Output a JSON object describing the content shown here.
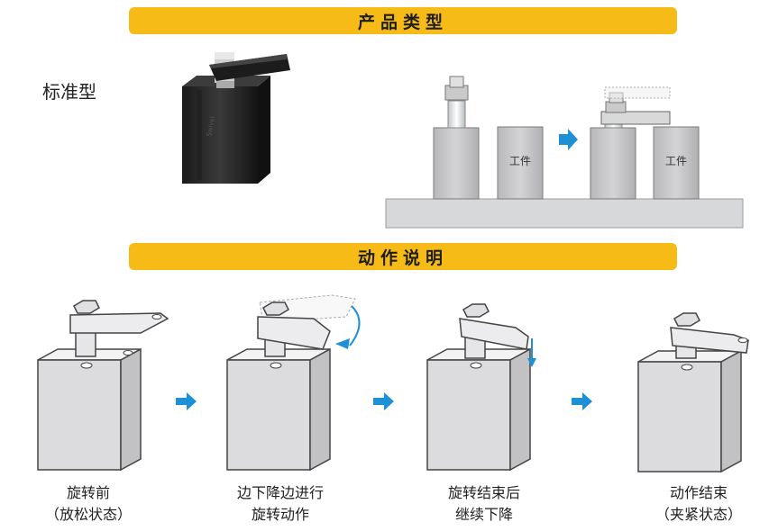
{
  "section1": {
    "title": "产品类型"
  },
  "product": {
    "type_label": "标准型"
  },
  "diagram_top": {
    "workpiece_label_before": "工件",
    "workpiece_label_after": "工件"
  },
  "section2": {
    "title": "动作说明"
  },
  "steps": [
    {
      "line1": "旋转前",
      "line2": "（放松状态）"
    },
    {
      "line1": "边下降边进行",
      "line2": "旋转动作"
    },
    {
      "line1": "旋转结束后",
      "line2": "继续下降"
    },
    {
      "line1": "动作结束",
      "line2": "（夹紧状态）"
    }
  ],
  "colors": {
    "banner": "#f6bb16",
    "arrow": "#1e90d6",
    "clamp_body": "#2a2a2a",
    "cylinder": "#c9c9cb"
  },
  "icons": [
    "arrow-right-icon"
  ]
}
